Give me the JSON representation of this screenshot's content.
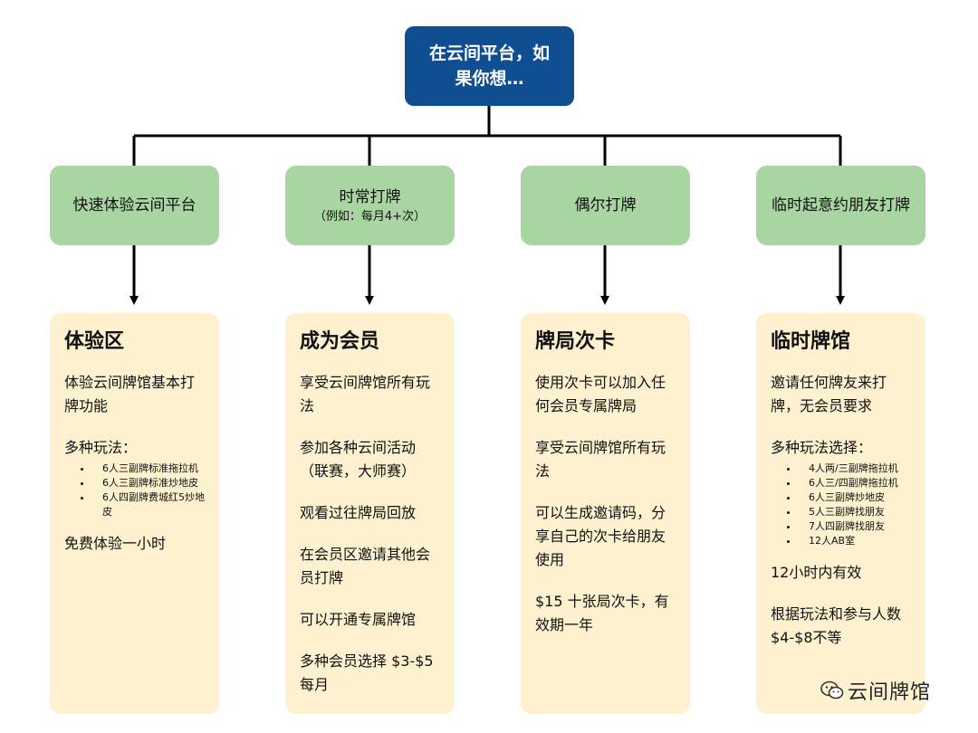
{
  "root": {
    "text": "在云间平台，如果你想…"
  },
  "categories": [
    {
      "title": "快速体验云间平台",
      "sub": ""
    },
    {
      "title": "时常打牌",
      "sub": "（例如：每月4+次）"
    },
    {
      "title": "偶尔打牌",
      "sub": ""
    },
    {
      "title": "临时起意约朋友打牌",
      "sub": ""
    }
  ],
  "cards": [
    {
      "title": "体验区",
      "p1": "体验云间牌馆基本打牌功能",
      "p2": "多种玩法：",
      "list": [
        "6人三副牌标准拖拉机",
        "6人三副牌标准炒地皮",
        "6人四副牌费城红5炒地皮"
      ],
      "p3": "免费体验一小时"
    },
    {
      "title": "成为会员",
      "p1": "享受云间牌馆所有玩法",
      "p2": "参加各种云间活动（联赛，大师赛）",
      "p3": "观看过往牌局回放",
      "p4": "在会员区邀请其他会员打牌",
      "p5": "可以开通专属牌馆",
      "p6": "多种会员选择 $3-$5 每月"
    },
    {
      "title": "牌局次卡",
      "p1": "使用次卡可以加入任何会员专属牌局",
      "p2": "享受云间牌馆所有玩法",
      "p3": "可以生成邀请码，分享自己的次卡给朋友使用",
      "p4": "$15 十张局次卡，有效期一年"
    },
    {
      "title": "临时牌馆",
      "p1": "邀请任何牌友来打牌，无会员要求",
      "p2": "多种玩法选择：",
      "list": [
        "4人两/三副牌拖拉机",
        "6人三/四副牌拖拉机",
        "6人三副牌炒地皮",
        "5人三副牌找朋友",
        "7人四副牌找朋友",
        "12人AB室"
      ],
      "p3": "12小时内有效",
      "p4": "根据玩法和参与人数$4-$8不等"
    }
  ],
  "watermark": {
    "text": "云间牌馆"
  }
}
